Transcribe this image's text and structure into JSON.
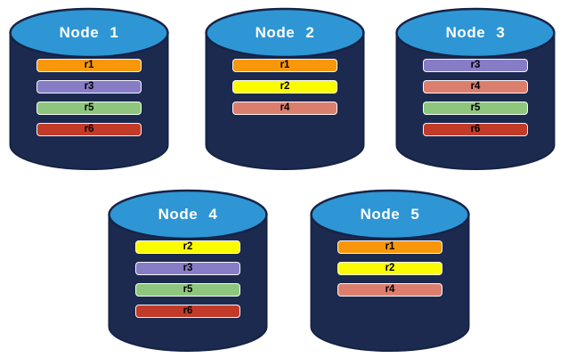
{
  "diagram": {
    "cylinder": {
      "top_color": "#2E96D4",
      "body_color": "#1B2A4E",
      "outline_color": "#152346",
      "title_color": "#FFFFFF"
    },
    "bar_text_color": "#000000",
    "replica_colors": {
      "r1": "#F79709",
      "r2": "#FCFC00",
      "r3": "#877CC6",
      "r4": "#DC7E6E",
      "r5": "#8DC67C",
      "r6": "#C23B28"
    },
    "nodes": [
      {
        "label": "Node 1",
        "replicas": [
          "r1",
          "r3",
          "r5",
          "r6"
        ]
      },
      {
        "label": "Node 2",
        "replicas": [
          "r1",
          "r2",
          "r4"
        ]
      },
      {
        "label": "Node 3",
        "replicas": [
          "r3",
          "r4",
          "r5",
          "r6"
        ]
      },
      {
        "label": "Node 4",
        "replicas": [
          "r2",
          "r3",
          "r5",
          "r6"
        ]
      },
      {
        "label": "Node 5",
        "replicas": [
          "r1",
          "r2",
          "r4"
        ]
      }
    ]
  }
}
